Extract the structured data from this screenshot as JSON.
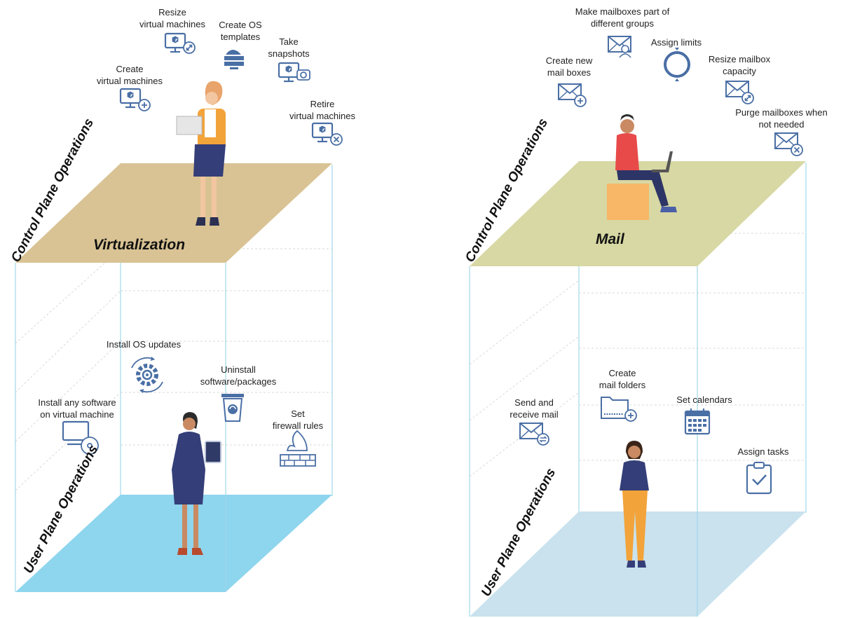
{
  "left_panel": {
    "title": "Virtualization",
    "control_plane_label": "Control Plane Operations",
    "user_plane_label": "User Plane Operations",
    "colors": {
      "top_plane": "#d9c394",
      "bottom_plane": "#8ed5ee",
      "icon": "#4a6fa5",
      "edge": "#9fd8ea"
    },
    "control_ops": [
      {
        "label": "Resize\nvirtual machines",
        "icon": "vm-resize-icon"
      },
      {
        "label": "Create OS\ntemplates",
        "icon": "os-template-icon"
      },
      {
        "label": "Take\nsnapshots",
        "icon": "vm-snapshot-icon"
      },
      {
        "label": "Create\nvirtual machines",
        "icon": "vm-create-icon"
      },
      {
        "label": "Retire\nvirtual machines",
        "icon": "vm-retire-icon"
      }
    ],
    "user_ops": [
      {
        "label": "Install OS updates",
        "icon": "gear-update-icon"
      },
      {
        "label": "Uninstall\nsoftware/packages",
        "icon": "trash-recycle-icon"
      },
      {
        "label": "Install any software\non virtual machine",
        "icon": "monitor-disc-icon"
      },
      {
        "label": "Set\nfirewall rules",
        "icon": "firewall-icon"
      }
    ]
  },
  "right_panel": {
    "title": "Mail",
    "control_plane_label": "Control Plane Operations",
    "user_plane_label": "User Plane Operations",
    "colors": {
      "top_plane": "#d7d8a3",
      "bottom_plane": "#c9e2ee",
      "icon": "#4a6fa5",
      "edge": "#9fd8ea"
    },
    "control_ops": [
      {
        "label": "Make mailboxes part of\ndifferent groups",
        "icon": "mail-group-icon"
      },
      {
        "label": "Assign limits",
        "icon": "limit-ring-icon"
      },
      {
        "label": "Create new\nmail boxes",
        "icon": "mail-create-icon"
      },
      {
        "label": "Resize mailbox\ncapacity",
        "icon": "mail-resize-icon"
      },
      {
        "label": "Purge mailboxes when\nnot needed",
        "icon": "mail-purge-icon"
      }
    ],
    "user_ops": [
      {
        "label": "Create\nmail folders",
        "icon": "folder-add-icon"
      },
      {
        "label": "Send and\nreceive mail",
        "icon": "mail-exchange-icon"
      },
      {
        "label": "Set calendars",
        "icon": "calendar-icon"
      },
      {
        "label": "Assign tasks",
        "icon": "clipboard-check-icon"
      }
    ]
  }
}
